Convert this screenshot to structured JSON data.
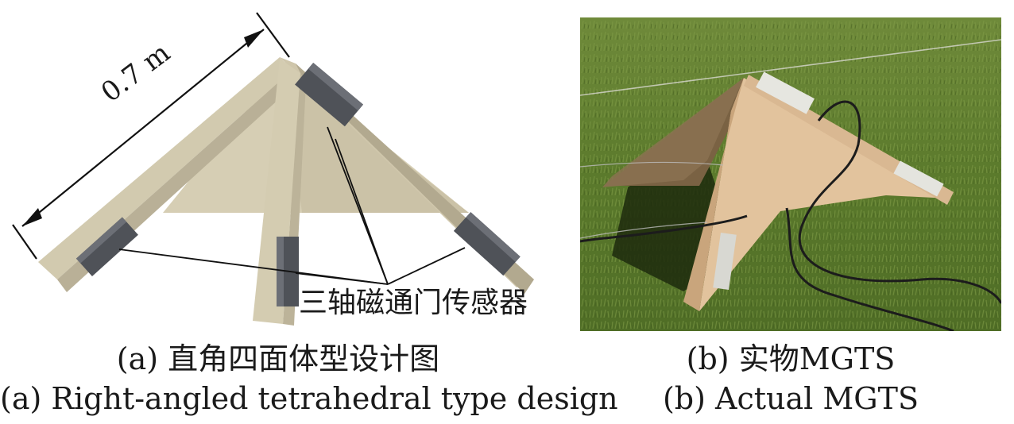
{
  "panel_a": {
    "dimension_label": "0.7 m",
    "sensor_label": "三轴磁通门传感器",
    "caption_cn": "(a) 直角四面体型设计图",
    "caption_en": "(a) Right-angled tetrahedral type design"
  },
  "panel_b": {
    "caption_cn": "(b) 实物MGTS",
    "caption_en": "(b) Actual MGTS"
  },
  "colors": {
    "wood_light": "#d8d0b8",
    "wood_mid": "#c8bfa3",
    "wood_dark": "#aea68c",
    "sensor": "#4e5056",
    "grass": "#5f7f2f"
  }
}
